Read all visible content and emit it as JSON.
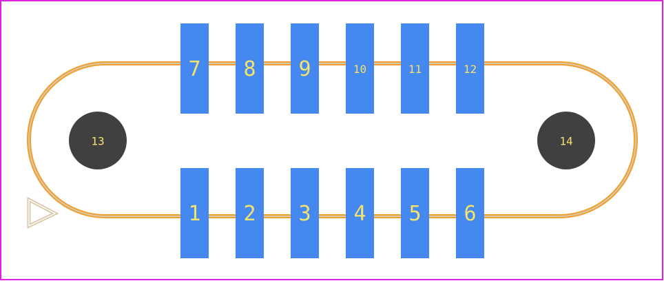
{
  "footprint": {
    "board_border_color": "#e020e0",
    "outline_color": "#f0a030",
    "outline_inner_color": "#d8c8a8",
    "pad_color": "#4488f0",
    "hole_color": "#404040",
    "label_color": "#f2e36b",
    "pin1_marker": "triangle-marker",
    "pads_top": [
      {
        "label": "7"
      },
      {
        "label": "8"
      },
      {
        "label": "9"
      },
      {
        "label": "10"
      },
      {
        "label": "11"
      },
      {
        "label": "12"
      }
    ],
    "pads_bottom": [
      {
        "label": "1"
      },
      {
        "label": "2"
      },
      {
        "label": "3"
      },
      {
        "label": "4"
      },
      {
        "label": "5"
      },
      {
        "label": "6"
      }
    ],
    "mounting_holes": [
      {
        "label": "13"
      },
      {
        "label": "14"
      }
    ]
  }
}
